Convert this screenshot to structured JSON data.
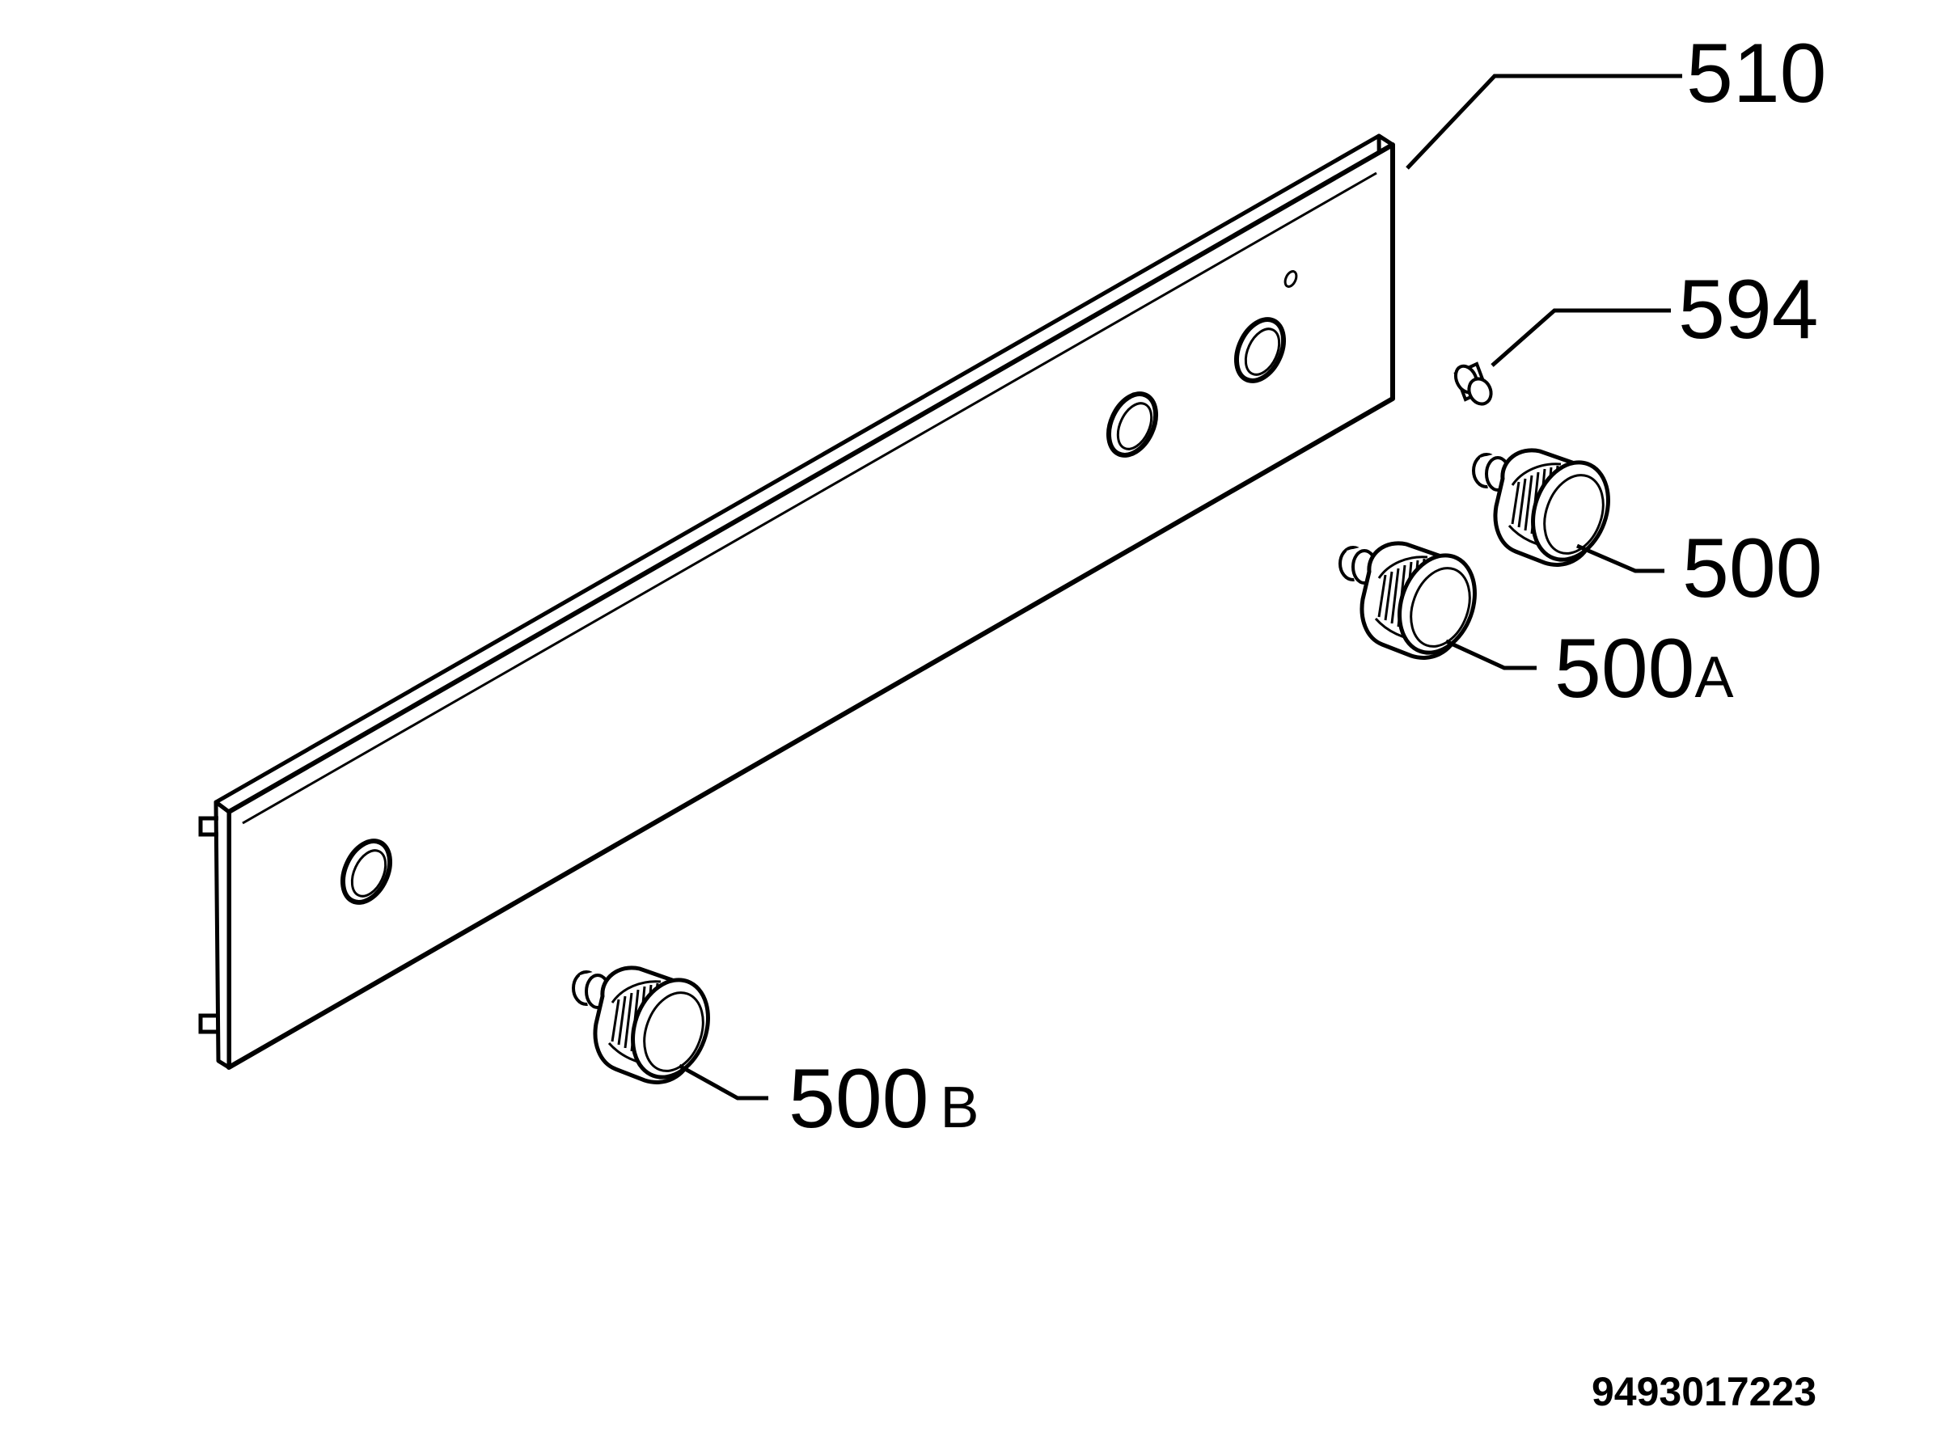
{
  "parts": [
    {
      "id": "panel",
      "label": "510"
    },
    {
      "id": "indicator-lens",
      "label": "594"
    },
    {
      "id": "knob-1",
      "label": "500"
    },
    {
      "id": "knob-2",
      "label": "500",
      "suffix": "A"
    },
    {
      "id": "knob-3",
      "label": "500",
      "suffix": "B"
    }
  ],
  "drawing_code": "9493017223",
  "colors": {
    "line": "#000000",
    "background": "#ffffff"
  }
}
